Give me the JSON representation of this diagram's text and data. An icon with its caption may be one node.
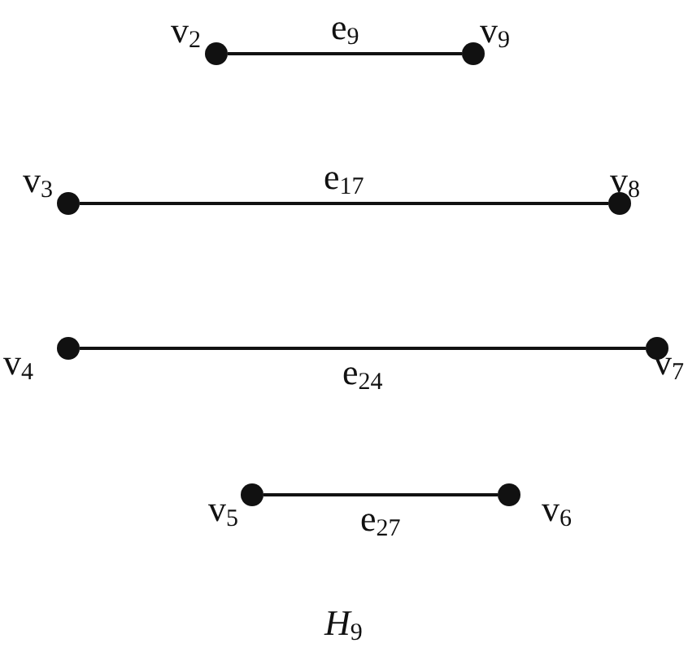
{
  "diagram": {
    "caption": "*H*$_{9}$",
    "nodes": [
      {
        "text": [],
        "shape": "circle",
        "beside": [
          "v$_{2}$"
        ]
      },
      {
        "text": [],
        "shape": "circle",
        "beside": [
          "v$_{9}$"
        ]
      },
      {
        "text": [],
        "shape": "circle",
        "beside": [
          "v$_{3}$"
        ]
      },
      {
        "text": [],
        "shape": "circle",
        "beside": [
          "v$_{8}$"
        ]
      },
      {
        "text": [],
        "shape": "circle",
        "beside": [
          "v$_{4}$"
        ]
      },
      {
        "text": [],
        "shape": "circle",
        "beside": [
          "v$_{7}$"
        ]
      },
      {
        "text": [],
        "shape": "circle",
        "beside": [
          "v$_{5}$"
        ]
      },
      {
        "text": [],
        "shape": "circle",
        "beside": [
          "v$_{6}$"
        ]
      }
    ],
    "edges": [
      {
        "from": 0,
        "to": 1,
        "arrow": "none",
        "label": "e$_{9}$"
      },
      {
        "from": 2,
        "to": 3,
        "arrow": "none",
        "label": "e$_{17}$"
      },
      {
        "from": 4,
        "to": 5,
        "arrow": "none",
        "label": "e$_{24}$"
      },
      {
        "from": 6,
        "to": 7,
        "arrow": "none",
        "label": "e$_{27}$"
      }
    ]
  }
}
